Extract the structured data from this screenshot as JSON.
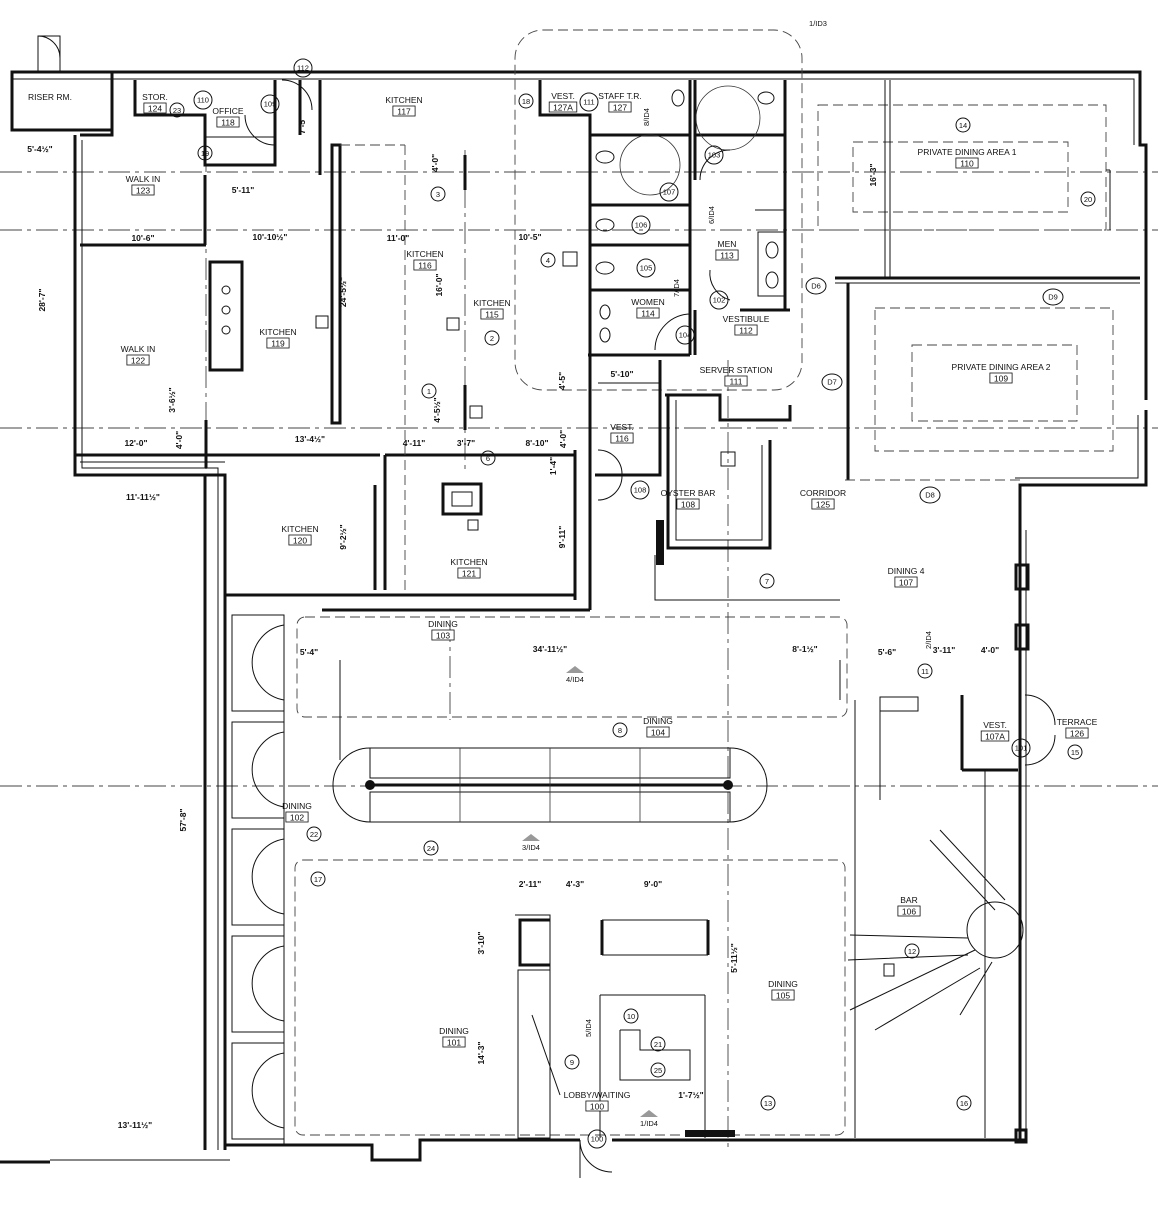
{
  "rooms": [
    {
      "name": "RISER RM.",
      "number": ""
    },
    {
      "name": "STOR.",
      "number": "124"
    },
    {
      "name": "OFFICE",
      "number": "118"
    },
    {
      "name": "KITCHEN",
      "number": "117"
    },
    {
      "name": "VEST.",
      "number": "127A"
    },
    {
      "name": "STAFF T.R.",
      "number": "127"
    },
    {
      "name": "PRIVATE DINING AREA 1",
      "number": "110"
    },
    {
      "name": "WALK IN",
      "number": "123"
    },
    {
      "name": "KITCHEN",
      "number": "116"
    },
    {
      "name": "MEN",
      "number": "113"
    },
    {
      "name": "KITCHEN",
      "number": "115"
    },
    {
      "name": "KITCHEN",
      "number": "119"
    },
    {
      "name": "WALK IN",
      "number": "122"
    },
    {
      "name": "WOMEN",
      "number": "114"
    },
    {
      "name": "VESTIBULE",
      "number": "112"
    },
    {
      "name": "PRIVATE DINING AREA 2",
      "number": "109"
    },
    {
      "name": "SERVER STATION",
      "number": "111"
    },
    {
      "name": "VEST.",
      "number": "116"
    },
    {
      "name": "OYSTER BAR",
      "number": "108"
    },
    {
      "name": "CORRIDOR",
      "number": "125"
    },
    {
      "name": "KITCHEN",
      "number": "120"
    },
    {
      "name": "KITCHEN",
      "number": "121"
    },
    {
      "name": "DINING 4",
      "number": "107"
    },
    {
      "name": "DINING",
      "number": "103"
    },
    {
      "name": "DINING",
      "number": "104"
    },
    {
      "name": "VEST.",
      "number": "107A"
    },
    {
      "name": "TERRACE",
      "number": "126"
    },
    {
      "name": "DINING",
      "number": "102"
    },
    {
      "name": "BAR",
      "number": "106"
    },
    {
      "name": "DINING",
      "number": "105"
    },
    {
      "name": "DINING",
      "number": "101"
    },
    {
      "name": "LOBBY/WAITING",
      "number": "100"
    }
  ],
  "dimensions": [
    "5'-4½\"",
    "7'-5\"",
    "5'-11\"",
    "10'-6\"",
    "10'-10½\"",
    "11'-0\"",
    "10'-5\"",
    "4'-0\"",
    "16'-0\"",
    "16'-3\"",
    "24'-5½\"",
    "28'-7\"",
    "3'-6½\"",
    "4'-0\"",
    "4'-5½\"",
    "12'-0\"",
    "13'-4½\"",
    "4'-11\"",
    "3'-7\"",
    "8'-10\"",
    "4'-0\"",
    "1'-4\"",
    "4'-5\"",
    "5'-10\"",
    "11'-11½\"",
    "9'-2½\"",
    "9'-11\"",
    "5'-4\"",
    "34'-11½\"",
    "8'-1½\"",
    "5'-6\"",
    "3'-11\"",
    "4'-0\"",
    "57'-8\"",
    "2'-11\"",
    "4'-3\"",
    "9'-0\"",
    "3'-10\"",
    "5'-11½\"",
    "14'-3\"",
    "1'-7½\"",
    "13'-11½\""
  ],
  "keynotes": [
    "1",
    "2",
    "3",
    "4",
    "6",
    "7",
    "8",
    "9",
    "10",
    "11",
    "12",
    "13",
    "14",
    "15",
    "16",
    "17",
    "18",
    "19",
    "20",
    "21",
    "22",
    "23",
    "24",
    "25"
  ],
  "doors": [
    "100",
    "101",
    "102",
    "103",
    "104",
    "105",
    "106",
    "107",
    "108",
    "109",
    "110",
    "111",
    "112"
  ],
  "door_tags": [
    "D6",
    "D7",
    "D8",
    "D9"
  ],
  "section_marks": [
    "1/ID3",
    "4/ID4",
    "3/ID4",
    "5/ID4",
    "1/ID4",
    "2/ID4",
    "6/ID4",
    "7/ID4",
    "8/ID4"
  ]
}
